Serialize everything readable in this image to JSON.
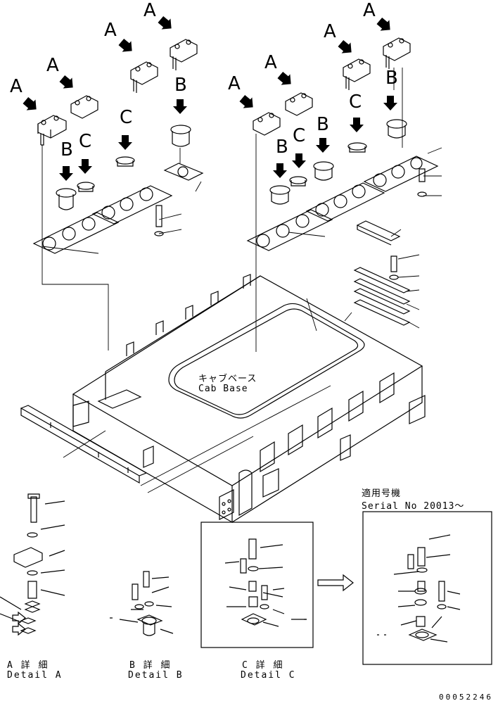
{
  "drawing": {
    "cab_base_jp": "キャブベース",
    "cab_base_en": "Cab Base",
    "serial_jp": "適用号機",
    "serial_en": "Serial No 20013～",
    "doc_number": "00052246"
  },
  "view_labels": {
    "A": "A",
    "B": "B",
    "C": "C"
  },
  "details": [
    {
      "jp": "A 詳 細",
      "en": "Detail A"
    },
    {
      "jp": "B 詳 細",
      "en": "Detail B"
    },
    {
      "jp": "C 詳 細",
      "en": "Detail C"
    }
  ],
  "colors": {
    "line": "#000000",
    "background": "#ffffff"
  }
}
